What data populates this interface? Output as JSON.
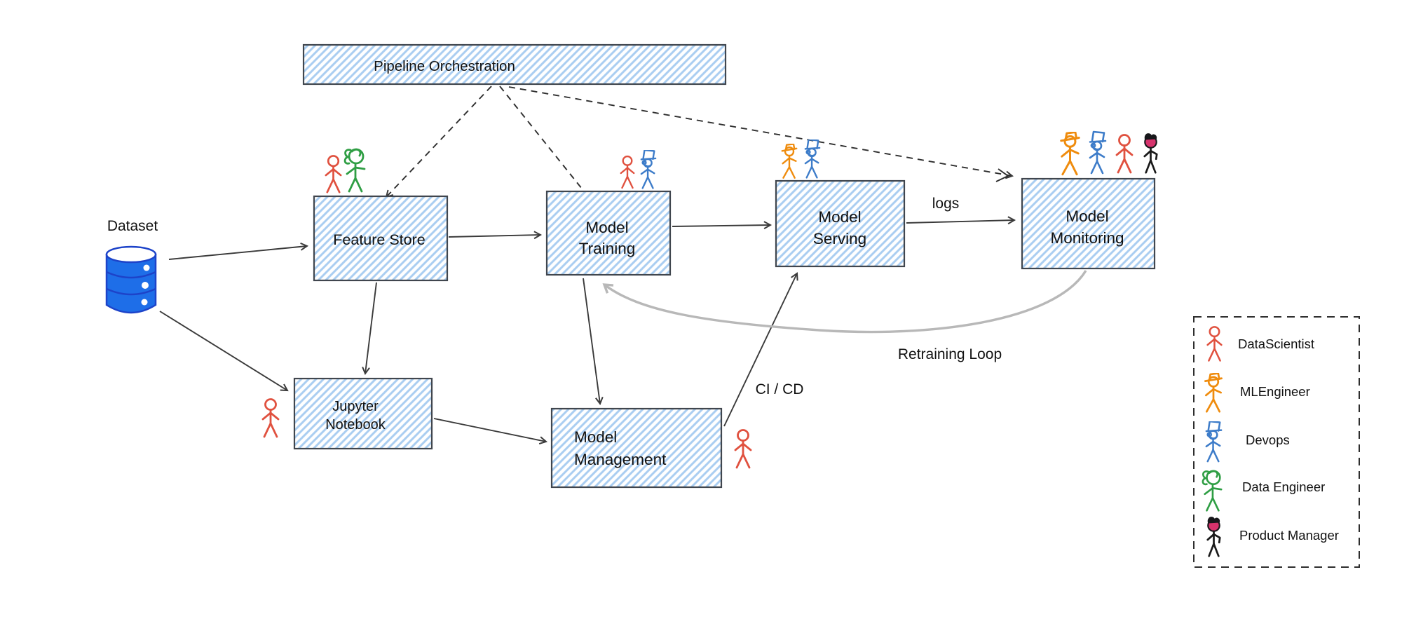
{
  "colors": {
    "box_hatch": "#a9cdf1",
    "box_border": "#40464e",
    "arrow": "#3a3a3a",
    "retraining_loop_gray": "#b8b8b8",
    "dataset_fill": "#1e6ee8",
    "dataset_outline": "#1d43c9",
    "data_scientist": "#e0513f",
    "ml_engineer": "#ef8c0e",
    "devops": "#3d7cc9",
    "data_engineer": "#2f9e44",
    "product_manager": "#1a1a1a",
    "product_manager_hair": "#d6336c",
    "text": "#111111"
  },
  "nodes": {
    "pipeline_orchestration": {
      "label": "Pipeline Orchestration"
    },
    "feature_store": {
      "label": "Feature Store"
    },
    "model_training": {
      "line1": "Model",
      "line2": "Training"
    },
    "model_serving": {
      "line1": "Model",
      "line2": "Serving"
    },
    "model_monitoring": {
      "line1": "Model",
      "line2": "Monitoring"
    },
    "jupyter_notebook": {
      "line1": "Jupyter",
      "line2": "Notebook"
    },
    "model_management": {
      "line1": "Model",
      "line2": "Management"
    }
  },
  "labels": {
    "dataset": "Dataset",
    "logs": "logs",
    "ci_cd": "CI / CD",
    "retraining_loop": "Retraining Loop"
  },
  "icons": {
    "dataset": "database-cylinder-icon",
    "data_scientist": "red-stick-figure-icon",
    "ml_engineer": "orange-stick-figure-fedora-icon",
    "devops": "blue-stick-figure-tophat-icon",
    "data_engineer": "green-stick-figure-ponytail-icon",
    "product_manager": "black-stick-figure-pink-hair-icon"
  },
  "legend": {
    "items": [
      {
        "label": "DataScientist",
        "color": "#e0513f",
        "label_color": "#111111"
      },
      {
        "label": "MLEngineer",
        "color": "#ef8c0e",
        "label_color": "#111111"
      },
      {
        "label": "Devops",
        "color": "#3d7cc9",
        "label_color": "#111111"
      },
      {
        "label": "Data Engineer",
        "color": "#2f9e44",
        "label_color": "#2f9e44"
      },
      {
        "label": "Product Manager",
        "color": "#1a1a1a",
        "label_color": "#111111"
      }
    ]
  }
}
